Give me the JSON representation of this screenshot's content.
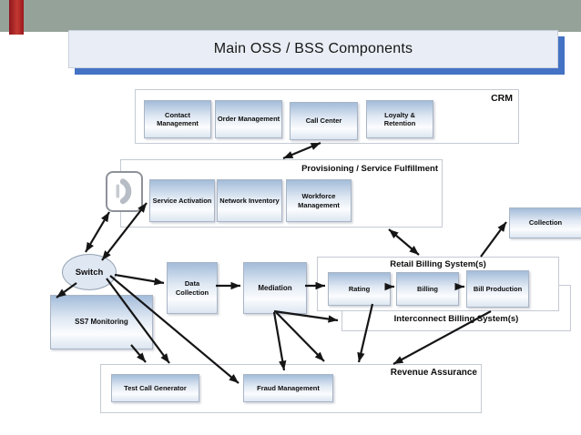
{
  "slide": {
    "title": "Main OSS / BSS Components"
  },
  "sections": {
    "crm": "CRM",
    "provisioning": "Provisioning / Service Fulfillment",
    "retail": "Retail Billing System(s)",
    "interconnect": "Interconnect Billing System(s)",
    "revenue": "Revenue Assurance"
  },
  "nodes": {
    "contact": "Contact Management",
    "order": "Order Management",
    "call_center": "Call Center",
    "loyalty": "Loyalty & Retention",
    "service_activation": "Service Activation",
    "network_inventory": "Network Inventory",
    "workforce": "Workforce Management",
    "collection": "Collection",
    "switch": "Switch",
    "ss7": "SS7 Monitoring",
    "data_collection": "Data Collection",
    "mediation": "Mediation",
    "rating": "Rating",
    "billing": "Billing",
    "bill_production": "Bill Production",
    "tcg": "Test Call Generator",
    "fraud": "Fraud Management"
  },
  "icons": {
    "phone": "phone-handset"
  },
  "edges": [
    {
      "from": "crm",
      "to": "provisioning",
      "bidirectional": true
    },
    {
      "from": "phone",
      "to": "switch",
      "bidirectional": true
    },
    {
      "from": "switch",
      "to": "service_activation",
      "bidirectional": true
    },
    {
      "from": "switch",
      "to": "ss7"
    },
    {
      "from": "switch",
      "to": "data_collection"
    },
    {
      "from": "switch",
      "to": "revenue_assurance"
    },
    {
      "from": "switch",
      "to": "fraud"
    },
    {
      "from": "ss7",
      "to": "tcg"
    },
    {
      "from": "data_collection",
      "to": "mediation"
    },
    {
      "from": "mediation",
      "to": "rating"
    },
    {
      "from": "rating",
      "to": "billing"
    },
    {
      "from": "billing",
      "to": "bill_production"
    },
    {
      "from": "retail",
      "to": "collection"
    },
    {
      "from": "provisioning",
      "to": "retail",
      "bidirectional": true
    },
    {
      "from": "mediation",
      "to": "interconnect"
    },
    {
      "from": "mediation",
      "to": "fraud"
    },
    {
      "from": "mediation",
      "to": "revenue_assurance"
    },
    {
      "from": "rating",
      "to": "revenue_assurance"
    },
    {
      "from": "billing",
      "to": "revenue_assurance"
    }
  ],
  "colors": {
    "header_band": "#94a29a",
    "red_accent": "#b32025",
    "title_shadow": "#4472c4",
    "node_gradient_top": "#a3bcd9",
    "arrow": "#151515"
  }
}
